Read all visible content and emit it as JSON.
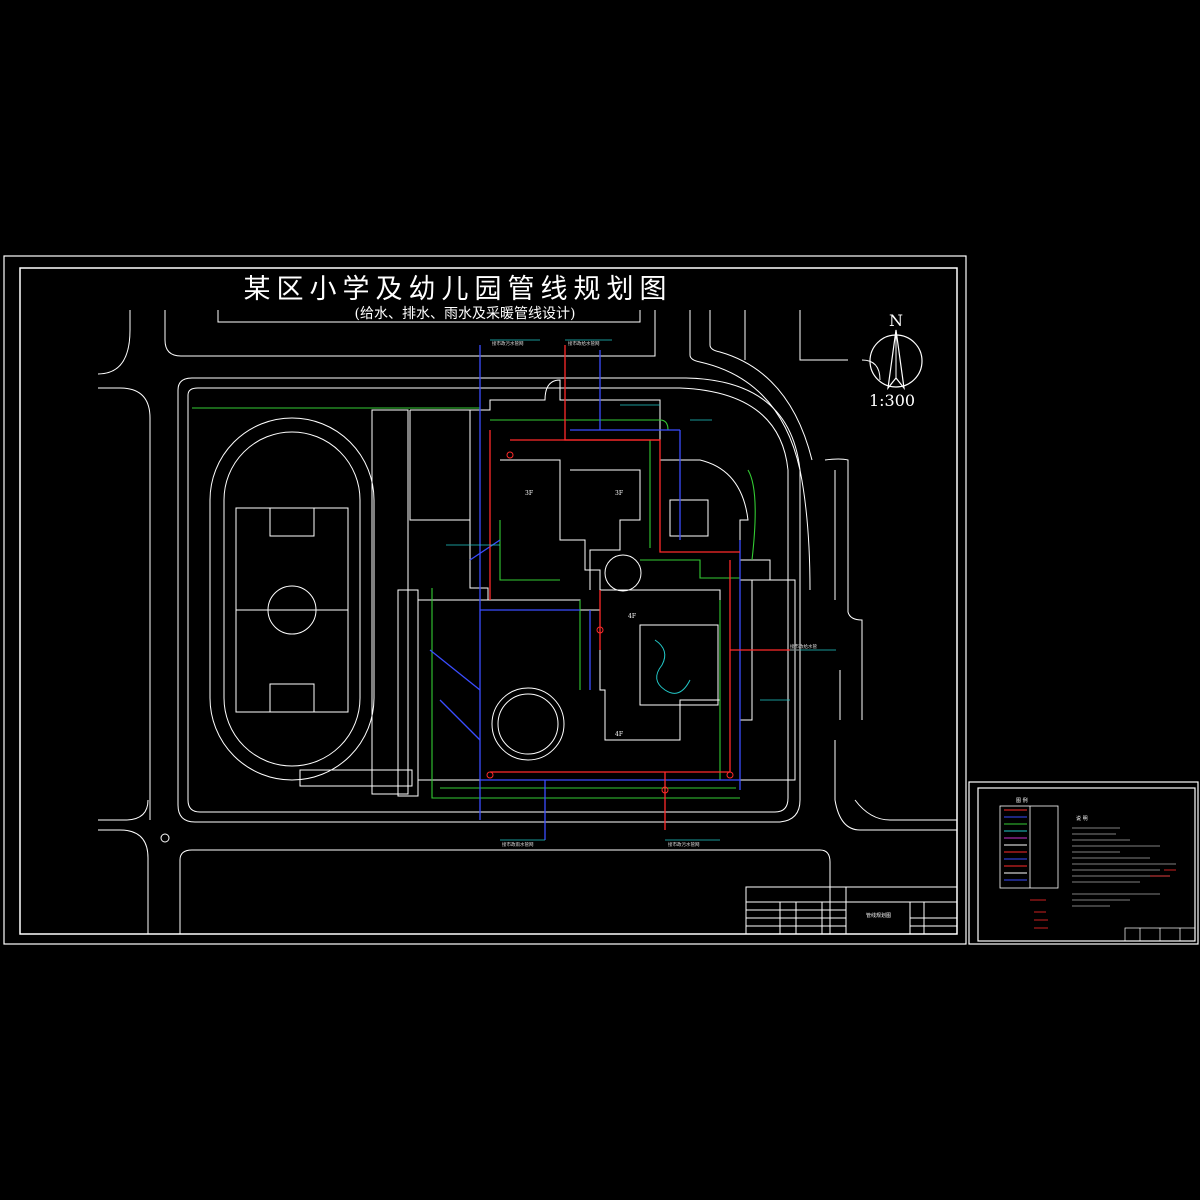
{
  "title": "某区小学及幼儿园管线规划图",
  "subtitle": "(给水、排水、雨水及采暖管线设计)",
  "north": {
    "letter": "N",
    "scale": "1:300"
  },
  "floor_labels": [
    "3F",
    "4F",
    "4F",
    "3F"
  ],
  "legend": {
    "title": "图 例",
    "notes_title": "说 明"
  },
  "title_block": {
    "drawing_name": "管线规划图"
  },
  "colors": {
    "frame": "#ffffff",
    "water_supply": "#3a4dff",
    "drainage": "#ff2a2a",
    "green_line": "#33cc33",
    "cyan": "#22c8c8",
    "magenta": "#cc33cc"
  }
}
